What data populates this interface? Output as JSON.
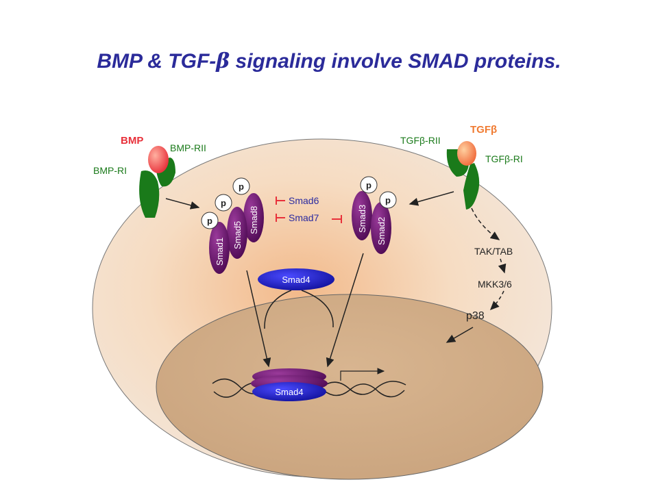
{
  "title": {
    "prefix": "BMP & TGF-",
    "beta": "β",
    "suffix": " signaling involve  SMAD proteins."
  },
  "left_receptor": {
    "ligand": "BMP",
    "receptor_ii": "BMP-RII",
    "receptor_i": "BMP-RI"
  },
  "right_receptor": {
    "ligand": "TGFβ",
    "receptor_ii": "TGFβ-RII",
    "receptor_i": "TGFβ-RI"
  },
  "smads_left": [
    "Smad1",
    "Smad5",
    "Smad8"
  ],
  "smads_right": [
    "Smad3",
    "Smad2"
  ],
  "phospho_label": "p",
  "inhibitors": [
    "Smad6",
    "Smad7"
  ],
  "smad4_cytoplasm": "Smad4",
  "smad4_nucleus": "Smad4",
  "pathway": [
    "TAK/TAB",
    "MKK3/6",
    "p38"
  ],
  "colors": {
    "title": "#2b2b9a",
    "ligand_bmp": "#e8303a",
    "ligand_tgf": "#f07040",
    "receptor": "#1a7a1a",
    "receptor_text": "#1a7a1a",
    "smad": "#5a1060",
    "smad4": "#1010a0",
    "inhibitor_text": "#2a2aa0",
    "cell": "#f4d8b8",
    "nucleus": "#d7b38d"
  }
}
